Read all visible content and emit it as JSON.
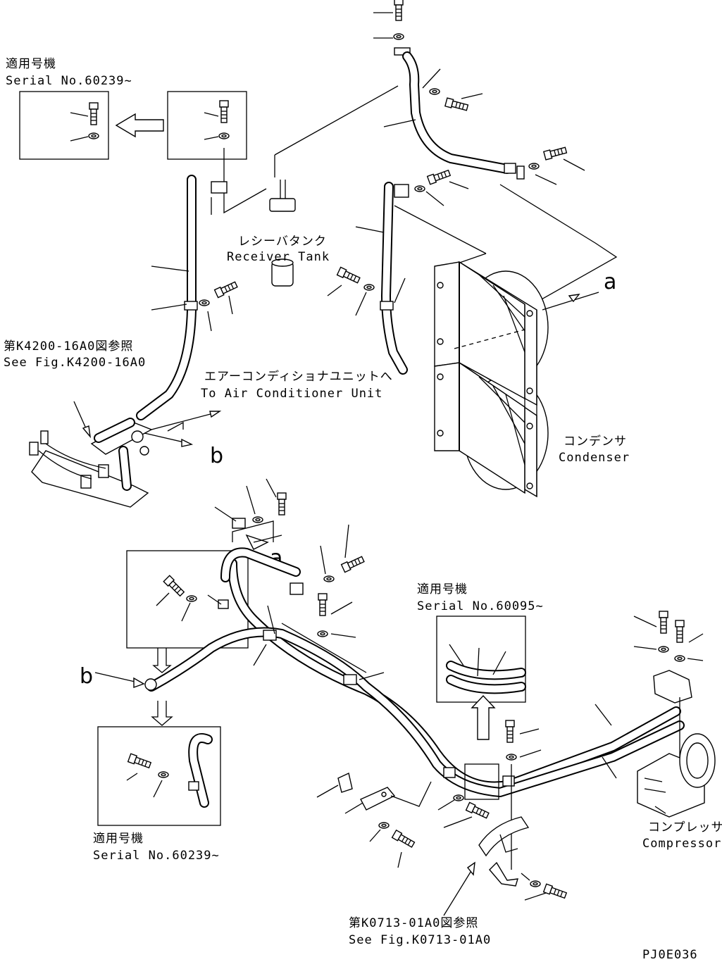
{
  "labels": {
    "serial_top_jp": "適用号機",
    "serial_top": "Serial No.60239~",
    "receiver_jp": "レシーバタンク",
    "receiver": "Receiver Tank",
    "fig_k4200_jp": "第K4200-16A0図参照",
    "fig_k4200": "See Fig.K4200-16A0",
    "aircon_jp": "エアーコンディショナユニットへ",
    "aircon": "To Air Conditioner Unit",
    "condenser_jp": "コンデンサ",
    "condenser": "Condenser",
    "serial_mid_jp": "適用号機",
    "serial_mid": "Serial No.60095~",
    "serial_bottom_jp": "適用号機",
    "serial_bottom": "Serial No.60239~",
    "compressor_jp": "コンプレッサ",
    "compressor": "Compressor",
    "fig_k0713_jp": "第K0713-01A0図参照",
    "fig_k0713": "See Fig.K0713-01A0",
    "drawing_code": "PJ0E036"
  },
  "callouts": {
    "a_top": "a",
    "b_top": "b",
    "a_bottom": "a",
    "b_bottom": "b"
  }
}
